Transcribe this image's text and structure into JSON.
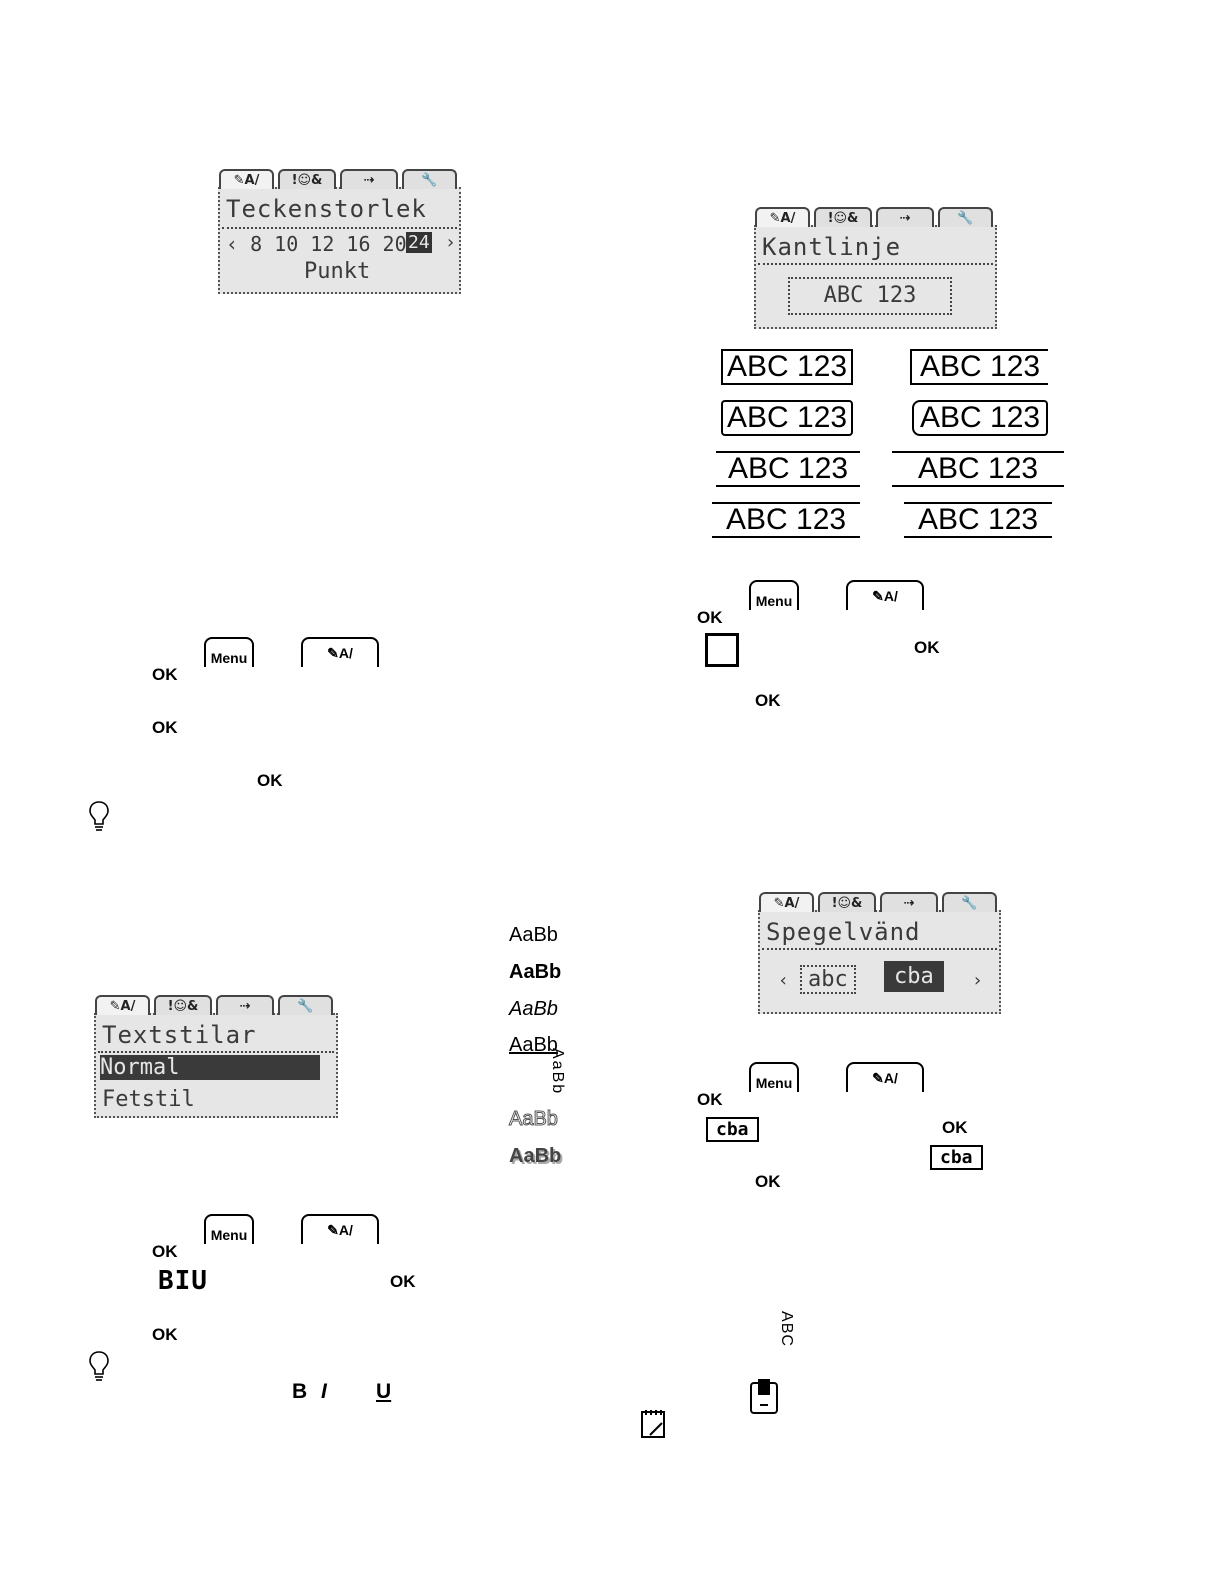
{
  "lcd_tabs": [
    "✎A/",
    "!☺&",
    "⇢",
    "🔧"
  ],
  "font_size_screen": {
    "title": "Teckenstorlek",
    "sizes": "‹ 8 10 12 16 20",
    "selected": "24",
    "arrow_right": "›",
    "unit": "Punkt"
  },
  "border_screen": {
    "title": "Kantlinje",
    "sample": "ABC 123"
  },
  "border_samples": [
    "ABC 123",
    "ABC 123",
    "ABC 123",
    "ABC 123",
    "ABC 123",
    "ABC 123",
    "ABC 123",
    "ABC 123"
  ],
  "text_style_screen": {
    "title": "Textstilar",
    "selected_item": "Normal",
    "item2": "Fetstil"
  },
  "style_samples": [
    "AaBb",
    "AaBb",
    "AaBb",
    "AaBb",
    "AaBb",
    "AaBb",
    "AaBb"
  ],
  "mirror_screen": {
    "title": "Spegelvänd",
    "option1": "abc",
    "option2": "cba",
    "arrow_left": "‹",
    "arrow_right": "›"
  },
  "keys": {
    "ok": "OK",
    "menu": "Menu",
    "bold": "B",
    "italic": "I",
    "underline": "U",
    "biu_icon": "BIU",
    "mirror_icon": "cba",
    "vertical_icon": "ABC"
  }
}
